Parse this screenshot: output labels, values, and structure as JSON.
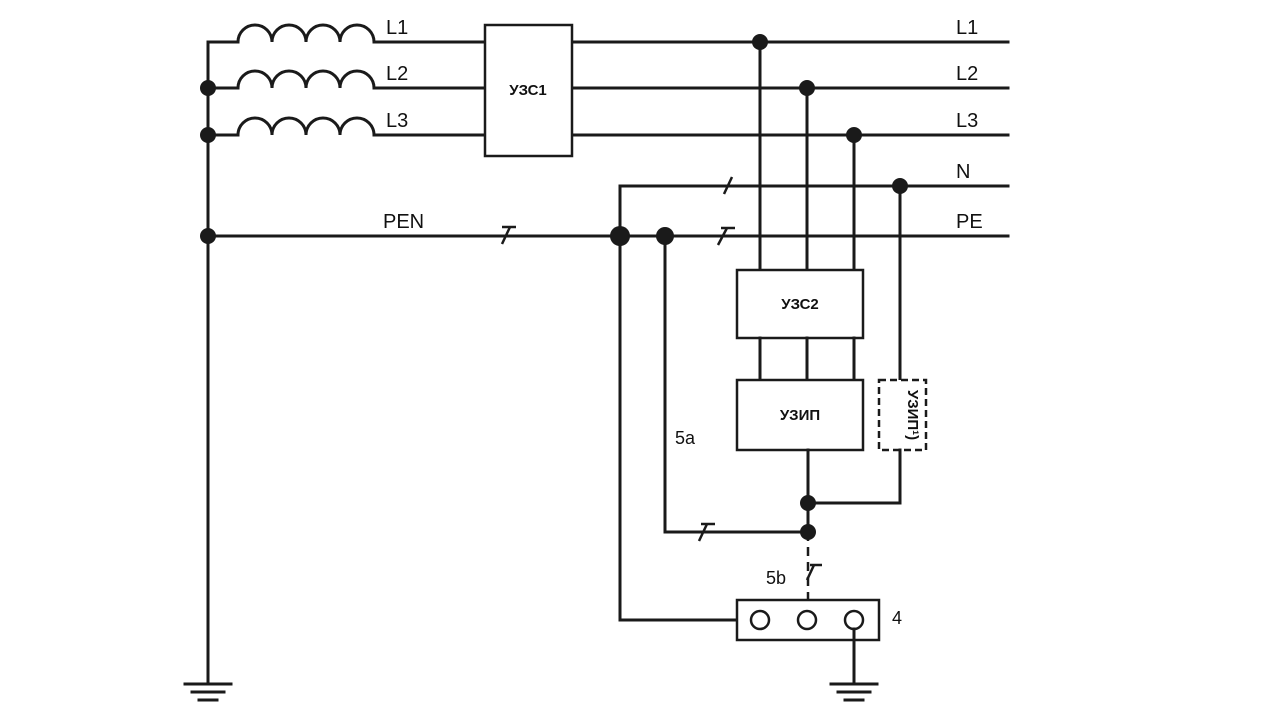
{
  "labels": {
    "l1_source": "L1",
    "l2_source": "L2",
    "l3_source": "L3",
    "l1_out": "L1",
    "l2_out": "L2",
    "l3_out": "L3",
    "n_out": "N",
    "pe_out": "PE",
    "pen": "PEN",
    "conn_5a": "5a",
    "conn_5b": "5b",
    "terminal_4": "4"
  },
  "blocks": {
    "uzs1": "УЗС1",
    "uzs2": "УЗС2",
    "uzip": "УЗИП",
    "uzip_opt": "УЗИП¹)"
  },
  "colors": {
    "line": "#1a1a1a",
    "background": "#ffffff"
  }
}
